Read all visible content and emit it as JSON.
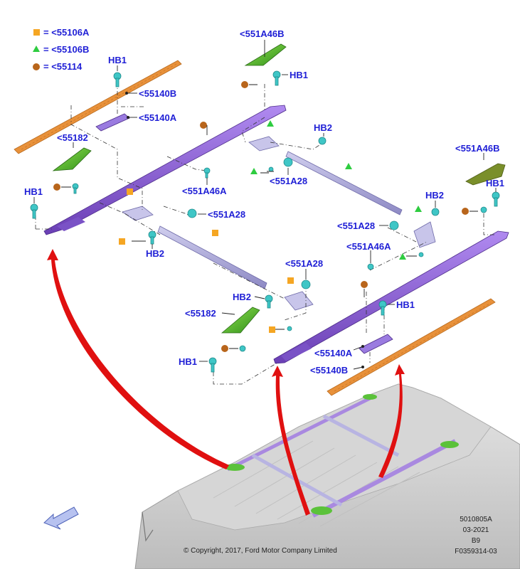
{
  "legend": [
    {
      "symbol": "square",
      "color": "#f5a623",
      "label": "= <55106A"
    },
    {
      "symbol": "triangle",
      "color": "#2ecc40",
      "label": "= <55106B"
    },
    {
      "symbol": "circle",
      "color": "#b8651b",
      "label": "= <55114"
    }
  ],
  "callouts": {
    "c551A46B_top": "<551A46B",
    "hb1_a": "HB1",
    "c55140B_a": "<55140B",
    "c55140A_a": "<55140A",
    "hb1_b": "HB1",
    "c55182_a": "<55182",
    "hb1_c": "HB1",
    "hb2_a": "HB2",
    "c551A28_a": "<551A28",
    "c551A46A_a": "<551A46A",
    "c551A28_b": "<551A28",
    "hb2_b": "HB2",
    "c551A46B_right": "<551A46B",
    "hb1_d": "HB1",
    "hb2_c": "HB2",
    "c551A28_c": "<551A28",
    "c551A46A_b": "<551A46A",
    "c551A28_d": "<551A28",
    "hb2_d": "HB2",
    "c55182_b": "<55182",
    "hb1_e": "HB1",
    "hb1_f": "HB1",
    "c55140A_b": "<55140A",
    "c55140B_b": "<55140B"
  },
  "footer": {
    "copyright": "© Copyright, 2017, Ford Motor Company Limited",
    "ref1": "5010805A",
    "ref2": "03-2021",
    "ref3": "B9",
    "ref4": "F0359314-03"
  },
  "colors": {
    "callout_text": "#1f1fd6",
    "side_rail": "#8a5fd0",
    "cross_bar": "#a9a6d8",
    "trim_strip": "#e8913a",
    "end_cap": "#4caf2a",
    "fastener": "#3fc6c6",
    "arrow": "#e01010"
  }
}
